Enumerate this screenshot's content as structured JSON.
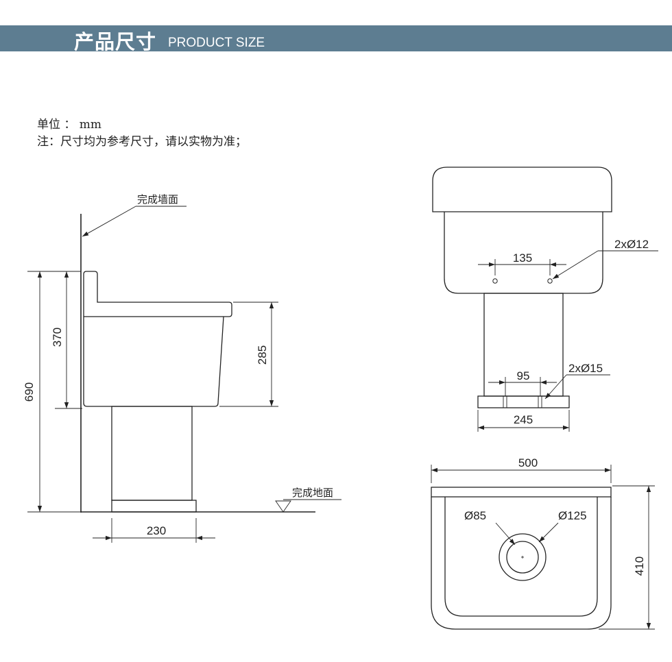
{
  "header": {
    "title_cn": "产品尺寸",
    "title_en": "PRODUCT SIZE",
    "bar_color": "#5d7d91"
  },
  "notes": {
    "unit": "单位 ：  mm",
    "remark": "注：尺寸均为参考尺寸，请以实物为准；"
  },
  "side_view": {
    "wall_label": "完成墙面",
    "floor_label": "完成地面",
    "dim_total_height": "690",
    "dim_basin_height": "370",
    "dim_bowl_depth": "285",
    "dim_pedestal_width": "230"
  },
  "front_view": {
    "dim_hole_spacing_top": "135",
    "label_top_holes": "2xØ12",
    "dim_hole_spacing_bottom": "95",
    "label_bottom_holes": "2xØ15",
    "dim_base_width": "245"
  },
  "top_view": {
    "dim_width": "500",
    "dim_depth": "410",
    "label_drain_inner": "Ø85",
    "label_drain_outer": "Ø125"
  }
}
